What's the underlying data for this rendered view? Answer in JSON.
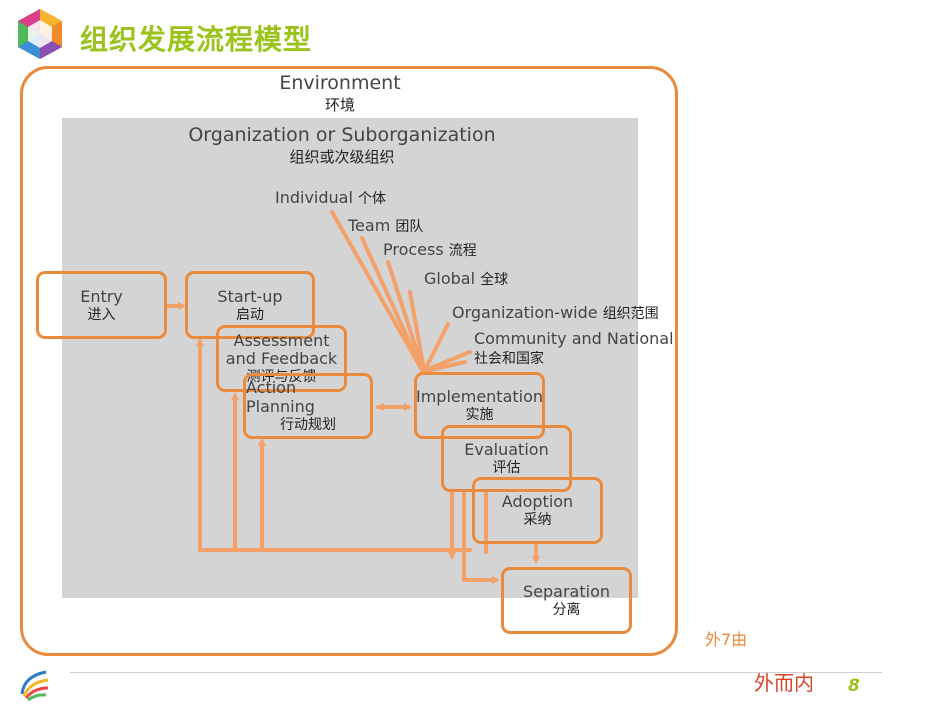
{
  "slide": {
    "title": "组织发展流程模型",
    "page_number": "8",
    "corner_text": "外而内",
    "partial_text": "外7由"
  },
  "diagram": {
    "environment": {
      "en": "Environment",
      "zh": "环境"
    },
    "organization": {
      "en": "Organization or Suborganization",
      "zh": "组织或次级组织"
    },
    "rays": [
      {
        "en": "Individual",
        "zh": "个体"
      },
      {
        "en": "Team",
        "zh": "团队"
      },
      {
        "en": "Process",
        "zh": "流程"
      },
      {
        "en": "Global",
        "zh": "全球"
      },
      {
        "en": "Organization-wide",
        "zh": "组织范围"
      },
      {
        "en": "Community and National",
        "zh": "社会和国家"
      }
    ],
    "stages": {
      "entry": {
        "en": "Entry",
        "zh": "进入"
      },
      "startup": {
        "en": "Start-up",
        "zh": "启动"
      },
      "assessment": {
        "en1": "Assessment",
        "en2": "and Feedback",
        "zh": "测评与反馈"
      },
      "planning": {
        "en": "Action Planning",
        "zh": "行动规划"
      },
      "implementation": {
        "en": "Implementation",
        "zh": "实施"
      },
      "evaluation": {
        "en": "Evaluation",
        "zh": "评估"
      },
      "adoption": {
        "en": "Adoption",
        "zh": "采纳"
      },
      "separation": {
        "en": "Separation",
        "zh": "分离"
      }
    },
    "colors": {
      "accent": "#e98a3c",
      "arrow": "#f3a069",
      "title": "#9ac31c",
      "org_bg": "#d4d4d4"
    }
  }
}
